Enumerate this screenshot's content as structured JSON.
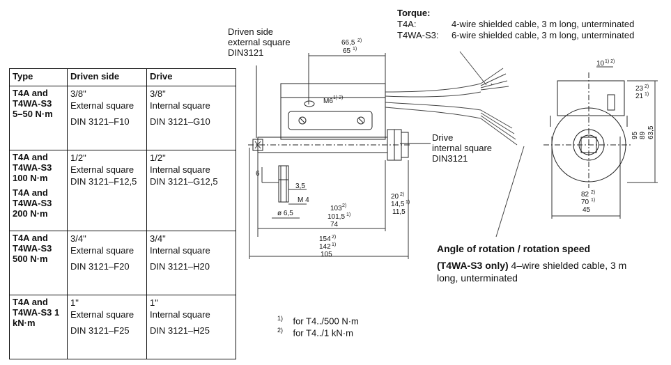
{
  "table": {
    "headers": [
      "Type",
      "Driven side",
      "Drive"
    ],
    "rows": [
      {
        "type": "T4A and T4WA-S3 5–50 N·m",
        "driven": [
          "3/8\"",
          "External square",
          "DIN 3121–F10"
        ],
        "drive": [
          "3/8\"",
          "Internal square",
          "DIN 3121–G10"
        ]
      },
      {
        "type": "T4A and T4WA-S3 100 N·m",
        "type2": "T4A and T4WA-S3 200 N·m",
        "driven": [
          "1/2\"",
          "External square",
          "DIN 3121–F12,5"
        ],
        "drive": [
          "1/2\"",
          "Internal square",
          "DIN 3121–G12,5"
        ]
      },
      {
        "type": "T4A and T4WA-S3 500 N·m",
        "driven": [
          "3/4\"",
          "External square",
          "DIN 3121–F20"
        ],
        "drive": [
          "3/4\"",
          "Internal square",
          "DIN 3121–H20"
        ]
      },
      {
        "type": "T4A and T4WA-S3 1 kN·m",
        "driven": [
          "1\"",
          "External square",
          "DIN 3121–F25"
        ],
        "drive": [
          "1\"",
          "Internal square",
          "DIN 3121–H25"
        ]
      }
    ]
  },
  "labels": {
    "driven_side": [
      "Driven side",
      "external square",
      "DIN3121"
    ],
    "drive": [
      "Drive",
      "internal square",
      "DIN3121"
    ],
    "torque_title": "Torque:",
    "torque_t4a_key": "T4A:",
    "torque_t4a_val": "4-wire shielded cable, 3 m long, unterminated",
    "torque_t4wa_key": "T4WA-S3:",
    "torque_t4wa_val": "6-wire shielded cable, 3 m long, unterminated",
    "angle_title": "Angle of rotation / rotation speed",
    "angle_bold": "(T4WA-S3 only)",
    "angle_rest1": " 4–wire shielded cable, 3 m",
    "angle_rest2": "long, unterminated"
  },
  "footnotes": [
    {
      "mark": "1)",
      "text": "for T4../500 N·m"
    },
    {
      "mark": "2)",
      "text": "for T4../1 kN·m"
    }
  ],
  "dimensions": {
    "d66_5": "66,5",
    "d65": "65",
    "m6": "M6",
    "d6": "6",
    "d3_5": "3,5",
    "m4": "M 4",
    "d6_5": "ø 6,5",
    "d103": "103",
    "d101_5": "101,5",
    "d74": "74",
    "d154": "154",
    "d142": "142",
    "d105": "105",
    "d20": "20",
    "d14_5": "14,5",
    "d11_5": "11,5",
    "d10": "10",
    "d23": "23",
    "d21": "21",
    "d95": "95",
    "d89": "89",
    "d63_5": "63,5",
    "d82": "82",
    "d70": "70",
    "d45": "45",
    "n1": "1)",
    "n2": "2)",
    "n12": "1) 2)"
  }
}
